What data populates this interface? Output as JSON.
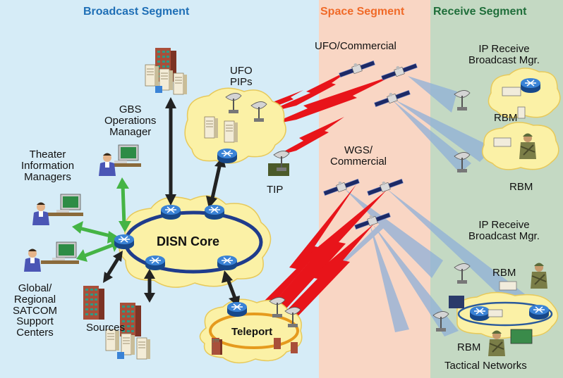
{
  "colors": {
    "broadcast_bg": "#d6ecf7",
    "space_bg": "#f9d6c4",
    "receive_bg": "#c4d9c3",
    "broadcast_title": "#1f6fb6",
    "space_title": "#f06a28",
    "receive_title": "#1f6e3a",
    "cloud_fill": "#fbf1a6",
    "core_ring": "#1f3c8c",
    "teleport_ring": "#e59a1d",
    "router": "#2a6fc0",
    "link_black": "#222222",
    "link_green": "#45b445",
    "beam_red": "#e8141a",
    "beam_blue": "#8fb0d8"
  },
  "segments": {
    "broadcast": "Broadcast Segment",
    "space": "Space Segment",
    "receive": "Receive Segment"
  },
  "labels": {
    "ufo_commercial": "UFO/Commercial",
    "ufo_pips_1": "UFO",
    "ufo_pips_2": "PIPs",
    "gbs_1": "GBS",
    "gbs_2": "Operations",
    "gbs_3": "Manager",
    "theater_1": "Theater",
    "theater_2": "Information",
    "theater_3": "Managers",
    "tip": "TIP",
    "disn_core": "DISN Core",
    "global_1": "Global/",
    "global_2": "Regional",
    "global_3": "SATCOM",
    "global_4": "Support",
    "global_5": "Centers",
    "sources": "Sources",
    "teleport": "Teleport",
    "wgs_1": "WGS/",
    "wgs_2": "Commercial",
    "ip_receive_top_1": "IP Receive",
    "ip_receive_top_2": "Broadcast Mgr.",
    "rbm_1": "RBM",
    "rbm_2": "RBM",
    "ip_receive_bot_1": "IP Receive",
    "ip_receive_bot_2": "Broadcast Mgr.",
    "rbm_3": "RBM",
    "rbm_4": "RBM",
    "tactical": "Tactical Networks"
  },
  "icons": [
    "server-building-icon",
    "server-icon",
    "satellite-icon",
    "dish-antenna-icon",
    "router-icon",
    "workstation-icon",
    "soldier-icon",
    "building-icon"
  ]
}
